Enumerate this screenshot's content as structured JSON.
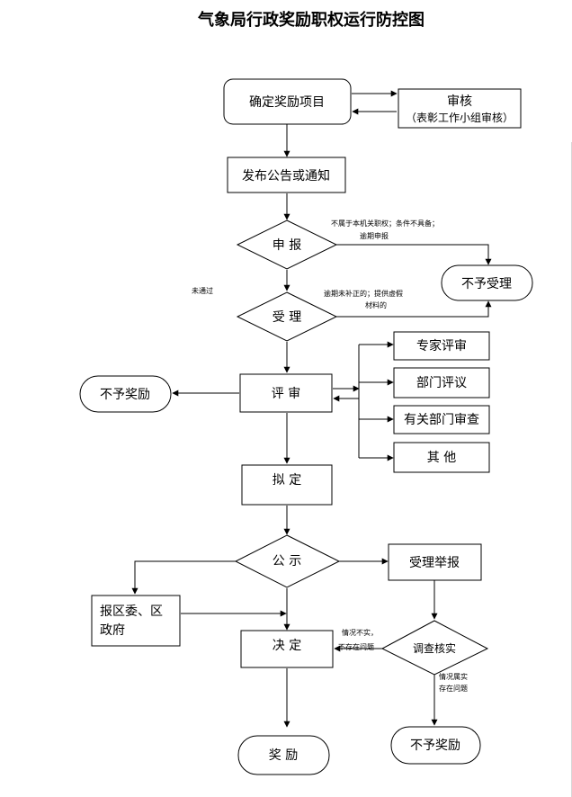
{
  "title": "气象局行政奖励职权运行防控图",
  "nodes": {
    "confirm": "确定奖励项目",
    "audit_main": "审核",
    "audit_sub": "（表彰工作小组审核）",
    "publish": "发布公告或通知",
    "declare": "申 报",
    "reject_accept": "不予受理",
    "accept": "受 理",
    "review": "评 审",
    "no_reward_left": "不予奖励",
    "expert": "专家评审",
    "dept_comment": "部门评议",
    "related_dept": "有关部门审查",
    "other": "其 他",
    "draft": "拟 定",
    "publicize": "公 示",
    "report_line1": "报区委、区",
    "report_line2": "政府",
    "handle_report": "受理举报",
    "decide": "决 定",
    "investigate": "调查核实",
    "reward": "奖 励",
    "no_reward_bottom": "不予奖励"
  },
  "notes": {
    "declare_reject_line1": "不属于本机关职权；条件不具备；",
    "declare_reject_line2": "逾期申报",
    "accept_reject_line1": "逾期未补正的；提供虚假",
    "accept_reject_line2": "材料的",
    "not_passed": "未通过",
    "false_line1": "情况不实，",
    "false_line2": "不存在问题",
    "true_line1": "情况属实",
    "true_line2": "存在问题"
  }
}
